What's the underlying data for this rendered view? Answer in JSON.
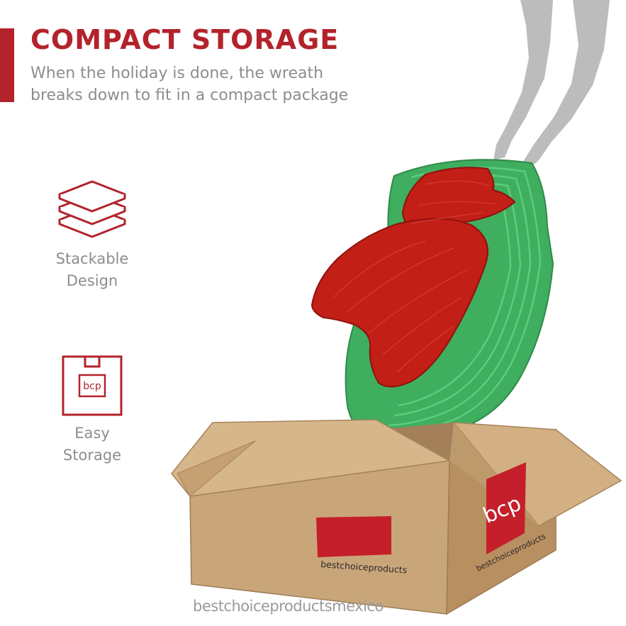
{
  "header": {
    "title": "COMPACT STORAGE",
    "subtitle_line1": "When the holiday is done, the wreath",
    "subtitle_line2": "breaks down to fit in a compact package"
  },
  "features": [
    {
      "icon": "stacked-layers-icon",
      "label_line1": "Stackable",
      "label_line2": "Design"
    },
    {
      "icon": "storage-box-icon",
      "label_line1": "Easy",
      "label_line2": "Storage",
      "icon_text": "bcp"
    }
  ],
  "box": {
    "logo_text": "bcp",
    "brand_text": "bestchoiceproducts"
  },
  "watermark": "bestchoiceproductsmexico",
  "colors": {
    "accent": "#b3232b",
    "text_gray": "#8d8d8d",
    "cardboard": "#c9a67a",
    "wreath_red": "#c21f17",
    "wreath_green": "#3fae5f",
    "figure_gray": "#bcbcbc"
  }
}
